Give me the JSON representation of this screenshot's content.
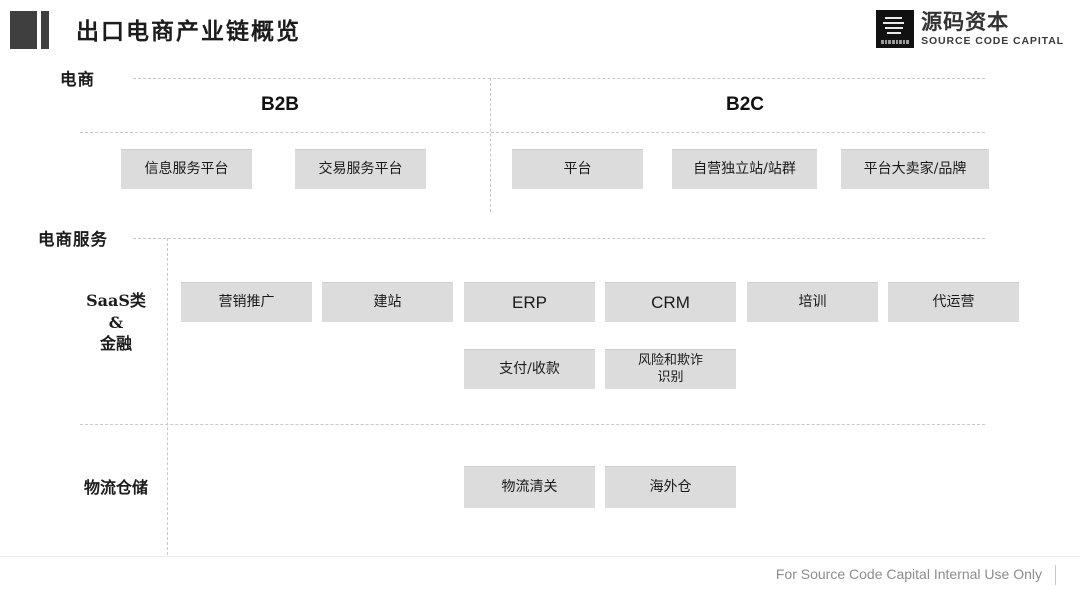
{
  "header": {
    "title": "出口电商产业链概览",
    "logo_mark_name": "square-bar-mark"
  },
  "brand": {
    "name_cn": "源码资本",
    "name_en": "SOURCE CODE CAPITAL"
  },
  "sections": [
    {
      "id": "ecommerce",
      "label": "电商"
    },
    {
      "id": "ecommerce-services",
      "label": "电商服务"
    }
  ],
  "columns": [
    {
      "id": "b2b",
      "label": "B2B"
    },
    {
      "id": "b2c",
      "label": "B2C"
    }
  ],
  "rows": [
    {
      "id": "saas-finance",
      "label": "SaaS类\n&\n金融"
    },
    {
      "id": "logistics-warehousing",
      "label": "物流仓储"
    }
  ],
  "chips": {
    "b2b": [
      {
        "id": "info-service-platform",
        "label": "信息服务平台"
      },
      {
        "id": "transaction-service-platform",
        "label": "交易服务平台"
      }
    ],
    "b2c": [
      {
        "id": "platform",
        "label": "平台"
      },
      {
        "id": "self-operated-independent-site",
        "label": "自营独立站/站群"
      },
      {
        "id": "platform-big-seller-brand",
        "label": "平台大卖家/品牌"
      }
    ],
    "saas_row1": [
      {
        "id": "marketing-promotion",
        "label": "营销推广",
        "latin": false
      },
      {
        "id": "site-building",
        "label": "建站",
        "latin": false
      },
      {
        "id": "erp",
        "label": "ERP",
        "latin": true
      },
      {
        "id": "crm",
        "label": "CRM",
        "latin": true
      },
      {
        "id": "training",
        "label": "培训",
        "latin": false
      },
      {
        "id": "agency-operation",
        "label": "代运营",
        "latin": false
      }
    ],
    "saas_row2": [
      {
        "id": "payment-collection",
        "label": "支付/收款"
      },
      {
        "id": "risk-fraud-detection",
        "label": "风险和欺诈\n识别"
      }
    ],
    "logistics": [
      {
        "id": "logistics-customs-clearance",
        "label": "物流清关"
      },
      {
        "id": "overseas-warehouse",
        "label": "海外仓"
      }
    ]
  },
  "footer": {
    "text": "For Source Code Capital Internal Use Only"
  },
  "colors": {
    "chip_fill": "#dcdcdc",
    "rule": "#c9c9c9",
    "brand_dark": "#111111",
    "title_dark": "#1c1c1c",
    "footer_text": "#8d8d8d"
  }
}
